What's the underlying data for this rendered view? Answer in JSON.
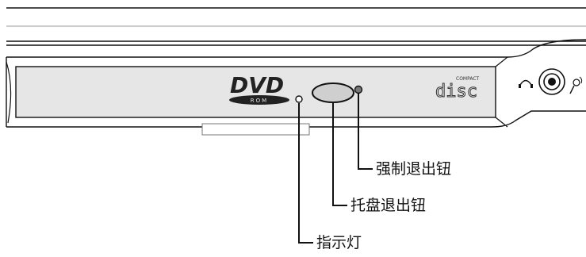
{
  "callouts": {
    "force_eject": "强制退出钮",
    "tray_eject": "托盘退出钮",
    "indicator": "指示灯"
  },
  "logos": {
    "dvd": "DVD",
    "dvd_sub": "ROM",
    "compact_disc": "COMPACT",
    "disc": "disc"
  },
  "colors": {
    "panel_fill": "#e6e6e6",
    "stroke": "#111111",
    "line_gray": "#9a9a9a"
  }
}
